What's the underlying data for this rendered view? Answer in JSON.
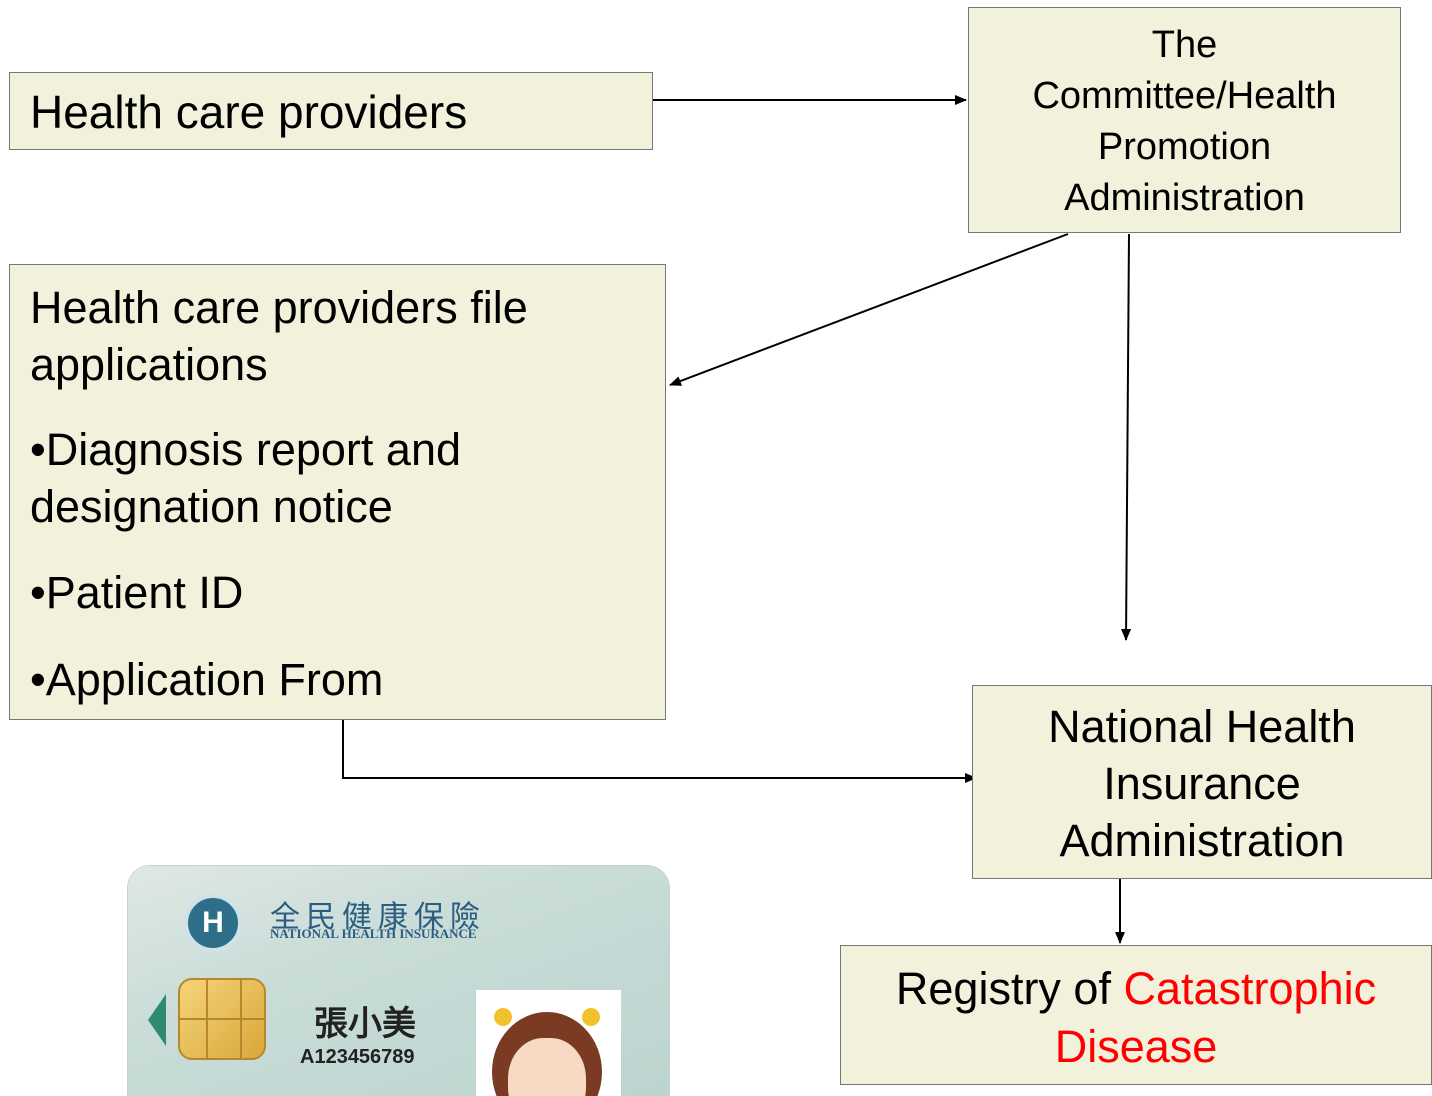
{
  "nodes": {
    "providers": "Health care providers",
    "committee": "The\nCommittee/Health\nPromotion\nAdministration",
    "applications": {
      "intro": "Health care providers file\napplications",
      "bullets": [
        "•Diagnosis report and\ndesignation notice",
        "•Patient ID",
        "•Application From"
      ]
    },
    "nhi": "National Health\nInsurance\nAdministration",
    "registry": {
      "prefix": "Registry of ",
      "highlight": "Catastrophic",
      "highlight2": "Disease"
    }
  },
  "card": {
    "title_cn": "全民健康保險",
    "title_en": "NATIONAL HEALTH INSURANCE",
    "name": "張小美",
    "id_number": "A123456789"
  },
  "colors": {
    "box_fill": "#f2f2dc",
    "highlight": "#ff0000",
    "arrow": "#000000"
  }
}
